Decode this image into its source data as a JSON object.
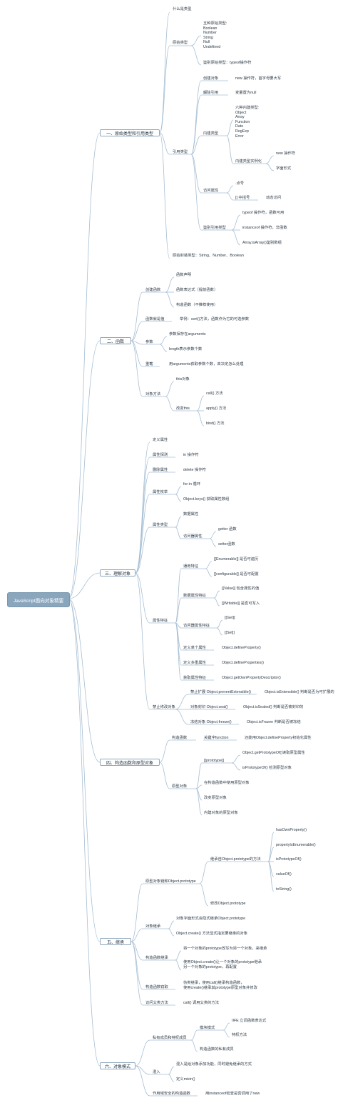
{
  "root": "JavaScript面向对象精要",
  "branches": {
    "b1": {
      "label": "一、原始类型和引用类型",
      "what": "什么是类型",
      "primitive": {
        "label": "原始类型",
        "five": "五种原始类型:\nBoolean\nNumber\nString\nNull\nUndefined",
        "identify": "鉴别原始类型：typeof操作符"
      },
      "reference": {
        "label": "引用类型",
        "create": "创建对象",
        "create_note": "new 操作符，首字母要大写",
        "deref": "解除引用",
        "deref_note": "变量置为null",
        "builtin": "内建类型",
        "six": "六种内建类型:\nObject\nArray\nFunction\nDate\nRegExp\nError",
        "instantiate": "内建类型实例化",
        "new_op": "new 操作符",
        "literal": "字面形式",
        "access": "访问属性",
        "dot": ".点号",
        "bracket": "[] 中括号",
        "dynamic": "动态访问",
        "identify": "鉴别引用类型",
        "typeof_fn": "typeof 操作符，函数可用",
        "instanceof_other": "instanceof 操作符，非函数",
        "isarray": "Array.isArray()鉴别数组"
      },
      "wrapper": "原始封装类型：String、Number、Boolean"
    },
    "b2": {
      "label": "二、函数",
      "create": "创建函数",
      "decl": "函数声明",
      "expr": "函数表达式（提前函数）",
      "ctor": "构造函数（不推荐使用）",
      "asvalue": "函数就是值",
      "asvalue_note": "举例：sort()方法，函数作为它的可选参数",
      "params": "参数",
      "arguments": "参数保存在arguments",
      "length": "length表示参数个数",
      "overload": "重载",
      "overload_note": "用arguments获取参数个数，来决定怎么处理",
      "methods": "对象方法",
      "this": "this对象",
      "change_this": "改变this",
      "call": "call() 方法",
      "apply": "apply() 方法",
      "bind": "bind() 方法"
    },
    "b3": {
      "label": "三、理解对象",
      "define": "定义属性",
      "detect": "属性探测",
      "detect_note": "in 操作符",
      "delete": "删除属性",
      "delete_note": "delete 操作符",
      "enum": "属性枚举",
      "forin": "for-in 循环",
      "keys": "Object.keys() 获取属性数组",
      "types": "属性类型",
      "data_prop": "数据属性",
      "accessor_prop": "访问器属性",
      "getter": "getter 函数",
      "setter": "setter函数",
      "features": "属性特征",
      "common": "通用特征",
      "enumerable": "[[Enumerable]] 是否可遍历",
      "configurable": "[[configurable]] 是否可配置",
      "data_feat": "数据属性特征",
      "value": "[[Value]] 包含属性的值",
      "writable": "[[Writable]] 是否可写入",
      "acc_feat": "访问器属性特征",
      "get": "[[Get]]",
      "set": "[[Set]]",
      "single": "定义单个属性",
      "single_api": "Object.defineProperty()",
      "multiple": "定义多重属性",
      "multiple_api": "Object.defineProperties()",
      "getfeat": "获取属性特征",
      "getfeat_api": "Object.getOwnPropertyDescriptor()",
      "prevent": "禁止修改对象",
      "no_ext": "禁止扩展 Object.preventExtensible()",
      "is_ext": "Object.isExtensible() 判断是否为可扩展的",
      "seal": "对象封印 Object.seal()",
      "is_sealed": "Object.isSealed() 判断是否被封印的",
      "freeze": "冻结对象 Object.freeze()",
      "is_frozen": "Object.isFrozen 判断是否被冻结"
    },
    "b4": {
      "label": "四、构造函数和原型对象",
      "ctor": "构造函数",
      "ctor_kw": "关键字function",
      "ctor_note": "还能用Object.defineProperty初始化属性",
      "proto": "原型对象",
      "proto_slot": "[[prototype]]",
      "getproto": "Object.getPrototypeOf()读取原型属性",
      "isproto": "isPrototypeOf() 检测原型对象",
      "use_in_ctor": "在构造函数中使用原型对象",
      "change": "改变原型对象",
      "builtin": "内建对象的原型对象"
    },
    "b5": {
      "label": "五、继承",
      "chain": "原型对象链和Object.prototype",
      "inherit_methods": "继承自Object.prototype的方法",
      "hasown": "hasOwnProperty()",
      "propenum": "propertyIsEnumerable()",
      "isproto": "isPrototypeOf()",
      "valueof": "valueOf()",
      "tostring": "toString()",
      "modify": "修改Object.prototype",
      "obj_inherit": "对象继承",
      "obj_inherit_1": "对象字面形式会隐式继承Object.prototype",
      "obj_inherit_2": "Object.create() 方法显式指定要继承的对象",
      "ctor_inherit": "构造函数继承",
      "ctor_inherit_1": "将一个对象的prototype改写为另一个对象，来继承",
      "ctor_inherit_2": "使用Object.create()让一个对象的prototype继承\n另一个对象的prototype，再配置",
      "steal": "构造函数窃取",
      "steal_note": "伪类继承，使用call()继承构造函数，\n使用create()继承其prototype原型对象并修改",
      "super": "访问父类方法",
      "super_note": "call() 调用父类的方法"
    },
    "b6": {
      "label": "六、对象模式",
      "private": "私有成员和特权成员",
      "module": "模块模式",
      "iife": "IIFE 立调函数表达式",
      "privileged": "特权方法",
      "ctor_private": "构造函数的私有成员",
      "mixin": "混入",
      "mixin_1": "混入是给对象添加功能，同时避免继承的方式",
      "mixin_2": "定义mixin()",
      "safe": "作用域安全的构造函数",
      "safe_note": "用instanceof检查是否调用了new"
    }
  }
}
